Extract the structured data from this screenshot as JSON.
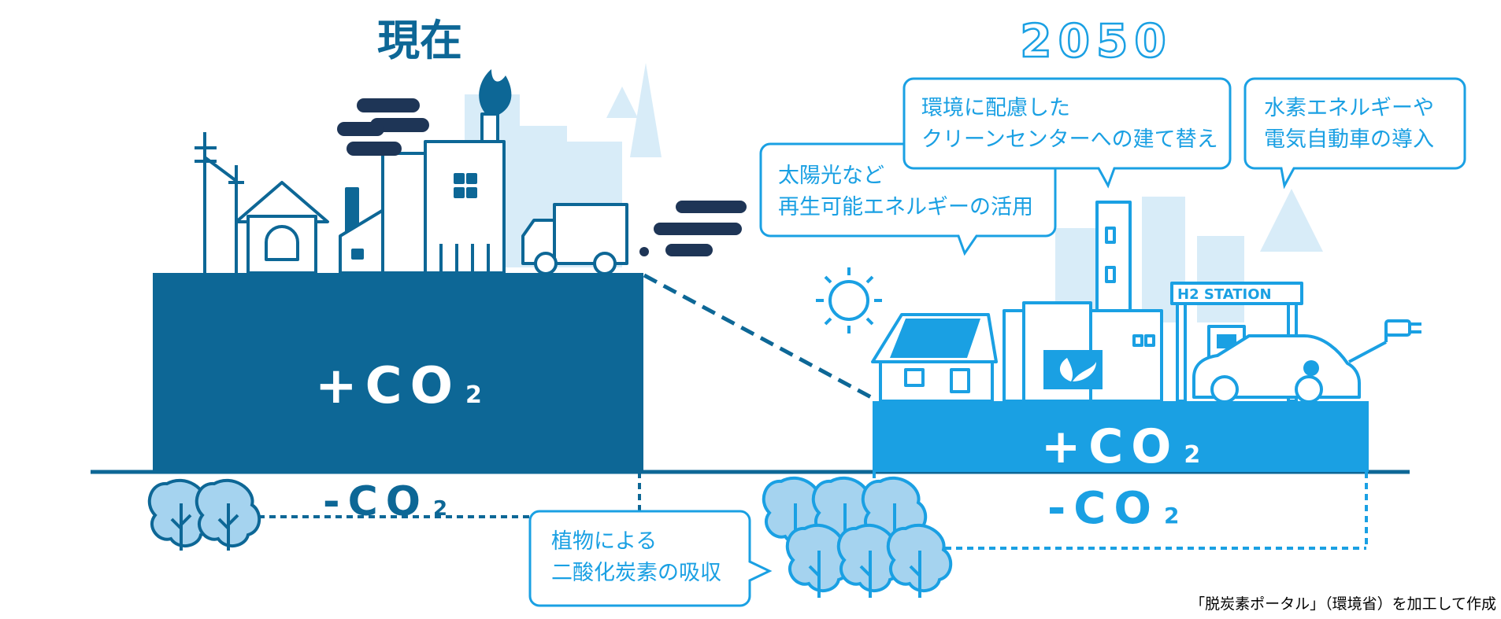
{
  "titles": {
    "current": "現在",
    "future": "2050"
  },
  "co2": {
    "plus_prefix": "+CO",
    "minus_prefix": "-CO",
    "subscript": "2"
  },
  "bubbles": {
    "solar": [
      "太陽光など",
      "再生可能エネルギーの活用"
    ],
    "clean_center": [
      "環境に配慮した",
      "クリーンセンターへの建て替え"
    ],
    "hydrogen": [
      "水素エネルギーや",
      "電気自動車の導入"
    ],
    "plants": [
      "植物による",
      "二酸化炭素の吸収"
    ]
  },
  "station_sign": {
    "h2": "H2",
    "label": "STATION"
  },
  "source_note": "「脱炭素ポータル」（環境省）を加工して作成",
  "colors": {
    "dark_blue": "#0d6796",
    "bright_blue": "#1aa0e3",
    "light_blue": "#a5d3ef",
    "pale_blue": "#d8ecf8",
    "ground_line": "#0d6796",
    "smoke": "#1e3556"
  }
}
